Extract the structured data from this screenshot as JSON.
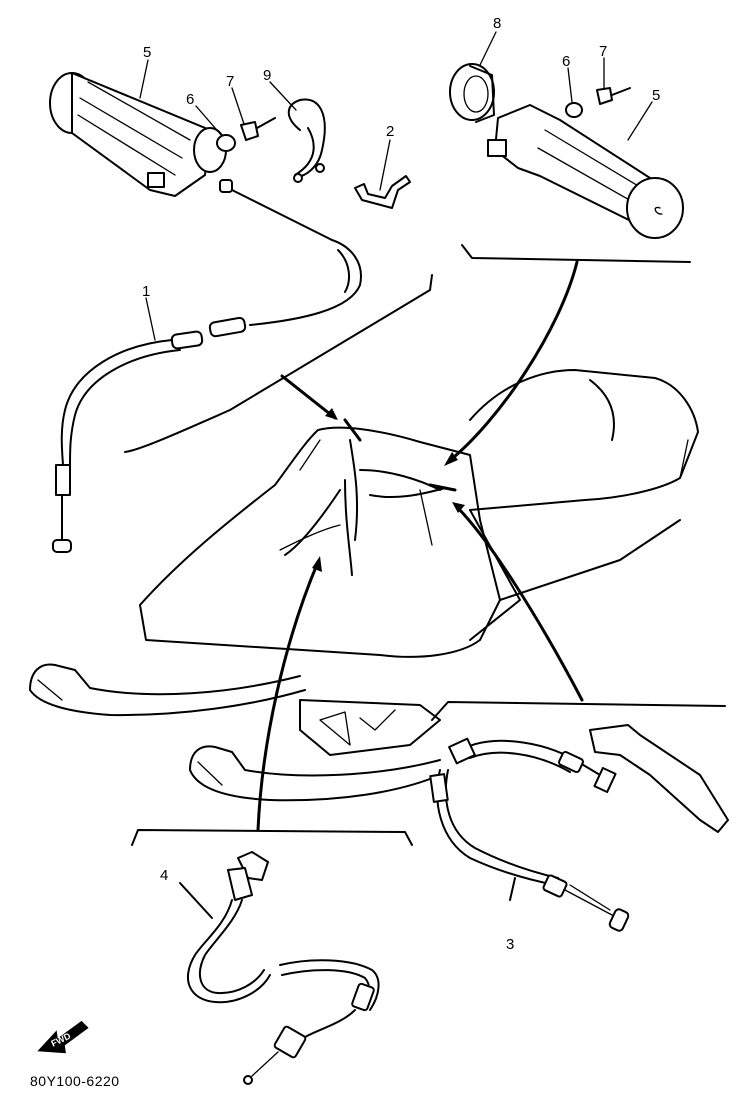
{
  "callouts": [
    {
      "id": "c5a",
      "text": "5"
    },
    {
      "id": "c6a",
      "text": "6"
    },
    {
      "id": "c7a",
      "text": "7"
    },
    {
      "id": "c9",
      "text": "9"
    },
    {
      "id": "c2",
      "text": "2"
    },
    {
      "id": "c8",
      "text": "8"
    },
    {
      "id": "c6b",
      "text": "6"
    },
    {
      "id": "c7b",
      "text": "7"
    },
    {
      "id": "c5b",
      "text": "5"
    },
    {
      "id": "c1",
      "text": "1"
    },
    {
      "id": "c4",
      "text": "4"
    },
    {
      "id": "c3",
      "text": "3"
    }
  ],
  "diagram_code": "80Y100-6220",
  "fwd_label": "FWD",
  "colors": {
    "ink": "#000000",
    "paper": "#ffffff"
  }
}
